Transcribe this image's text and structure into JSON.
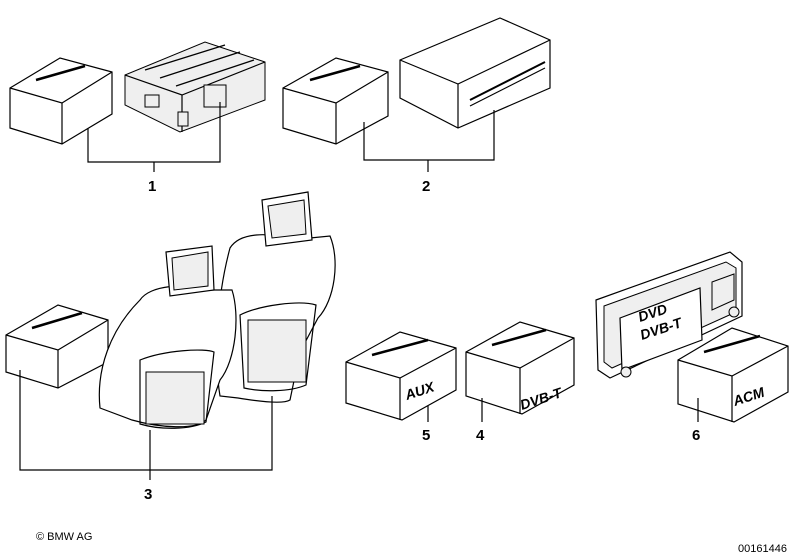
{
  "callouts": {
    "c1": "1",
    "c2": "2",
    "c3": "3",
    "c4": "4",
    "c5": "5",
    "c6": "6"
  },
  "box_labels": {
    "aux": "AUX",
    "dvbt": "DVB-T",
    "acm": "ACM"
  },
  "display_labels": {
    "line1": "DVD",
    "line2": "DVB-T"
  },
  "footer": {
    "copyright": "© BMW AG",
    "diagram_id": "00161446"
  }
}
